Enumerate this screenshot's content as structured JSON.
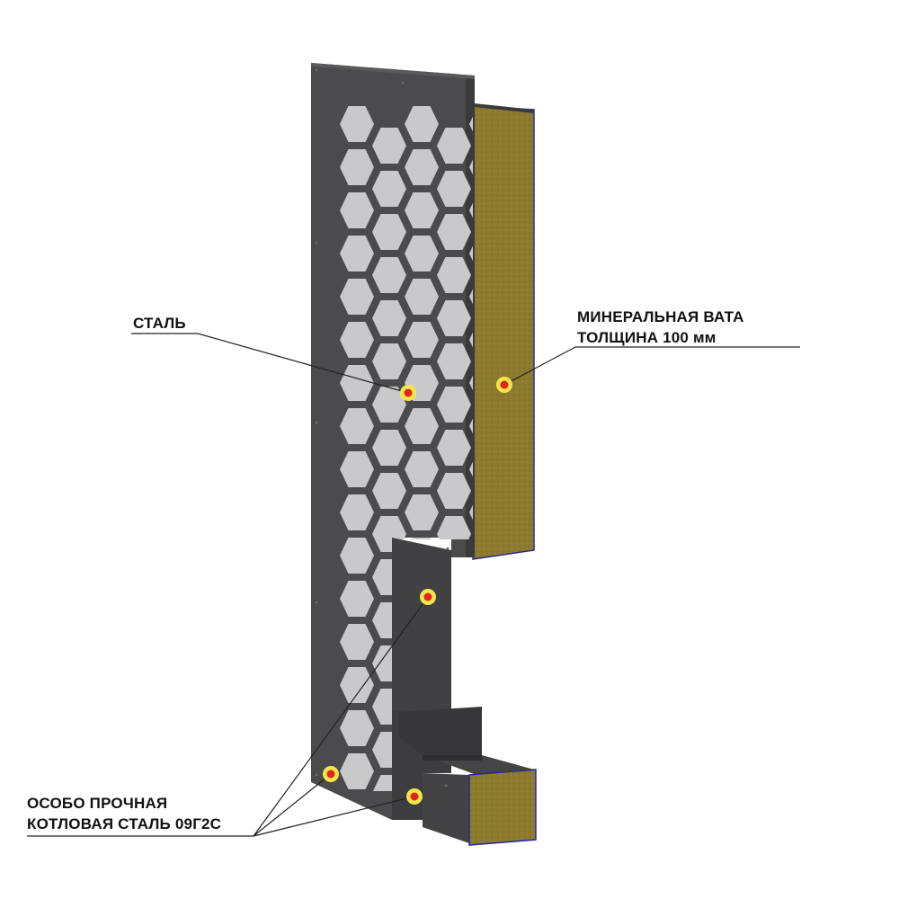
{
  "callouts": {
    "steel": {
      "label": "СТАЛЬ"
    },
    "mineral_wool": {
      "line1": "МИНЕРАЛЬНАЯ ВАТА",
      "line2": "ТОЛЩИНА 100 мм"
    },
    "boiler_steel": {
      "line1": "ОСОБО ПРОЧНАЯ",
      "line2": "КОТЛОВАЯ СТАЛЬ 09Г2С"
    }
  },
  "colors": {
    "steel_panel": "#4b4b4d",
    "steel_panel_dark": "#3a3a3c",
    "hex_fill": "#c9c9cb",
    "wool_fill": "#8c7a2e",
    "wool_edge": "#2a2a9a",
    "marker_outer": "#f4e64a",
    "marker_inner": "#e0261b",
    "leader_line": "#222222"
  }
}
